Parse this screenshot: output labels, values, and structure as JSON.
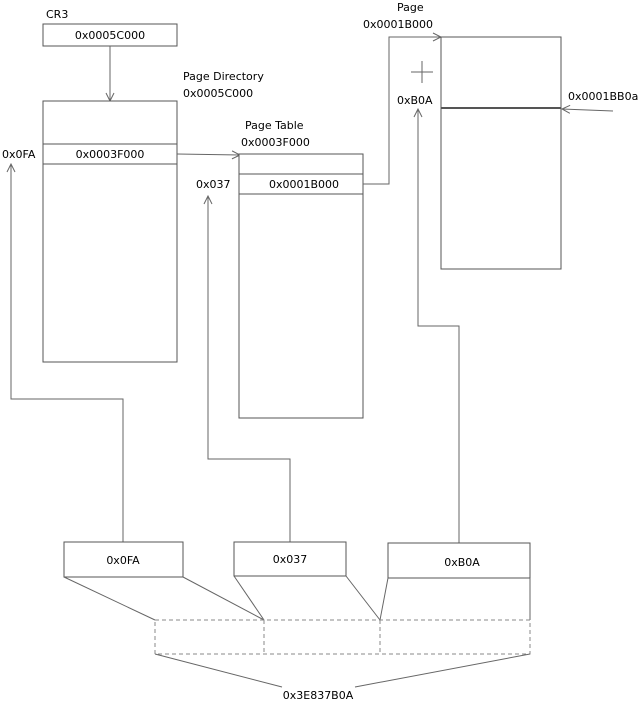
{
  "cr3": {
    "label": "CR3",
    "value": "0x0005C000"
  },
  "page_directory": {
    "title": "Page Directory",
    "base": "0x0005C000",
    "entry": "0x0003F000",
    "index": "0x0FA"
  },
  "page_table": {
    "title": "Page Table",
    "base": "0x0003F000",
    "entry": "0x0001B000",
    "index": "0x037"
  },
  "page": {
    "title": "Page",
    "base": "0x0001B000",
    "offset": "0xB0A",
    "target": "0x0001BB0a"
  },
  "address_fields": {
    "directory": "0x0FA",
    "table": "0x037",
    "offset": "0xB0A"
  },
  "linear_address": "0x3E837B0A",
  "colors": {
    "stroke": "#555555",
    "line": "#666666",
    "text": "#000000"
  }
}
